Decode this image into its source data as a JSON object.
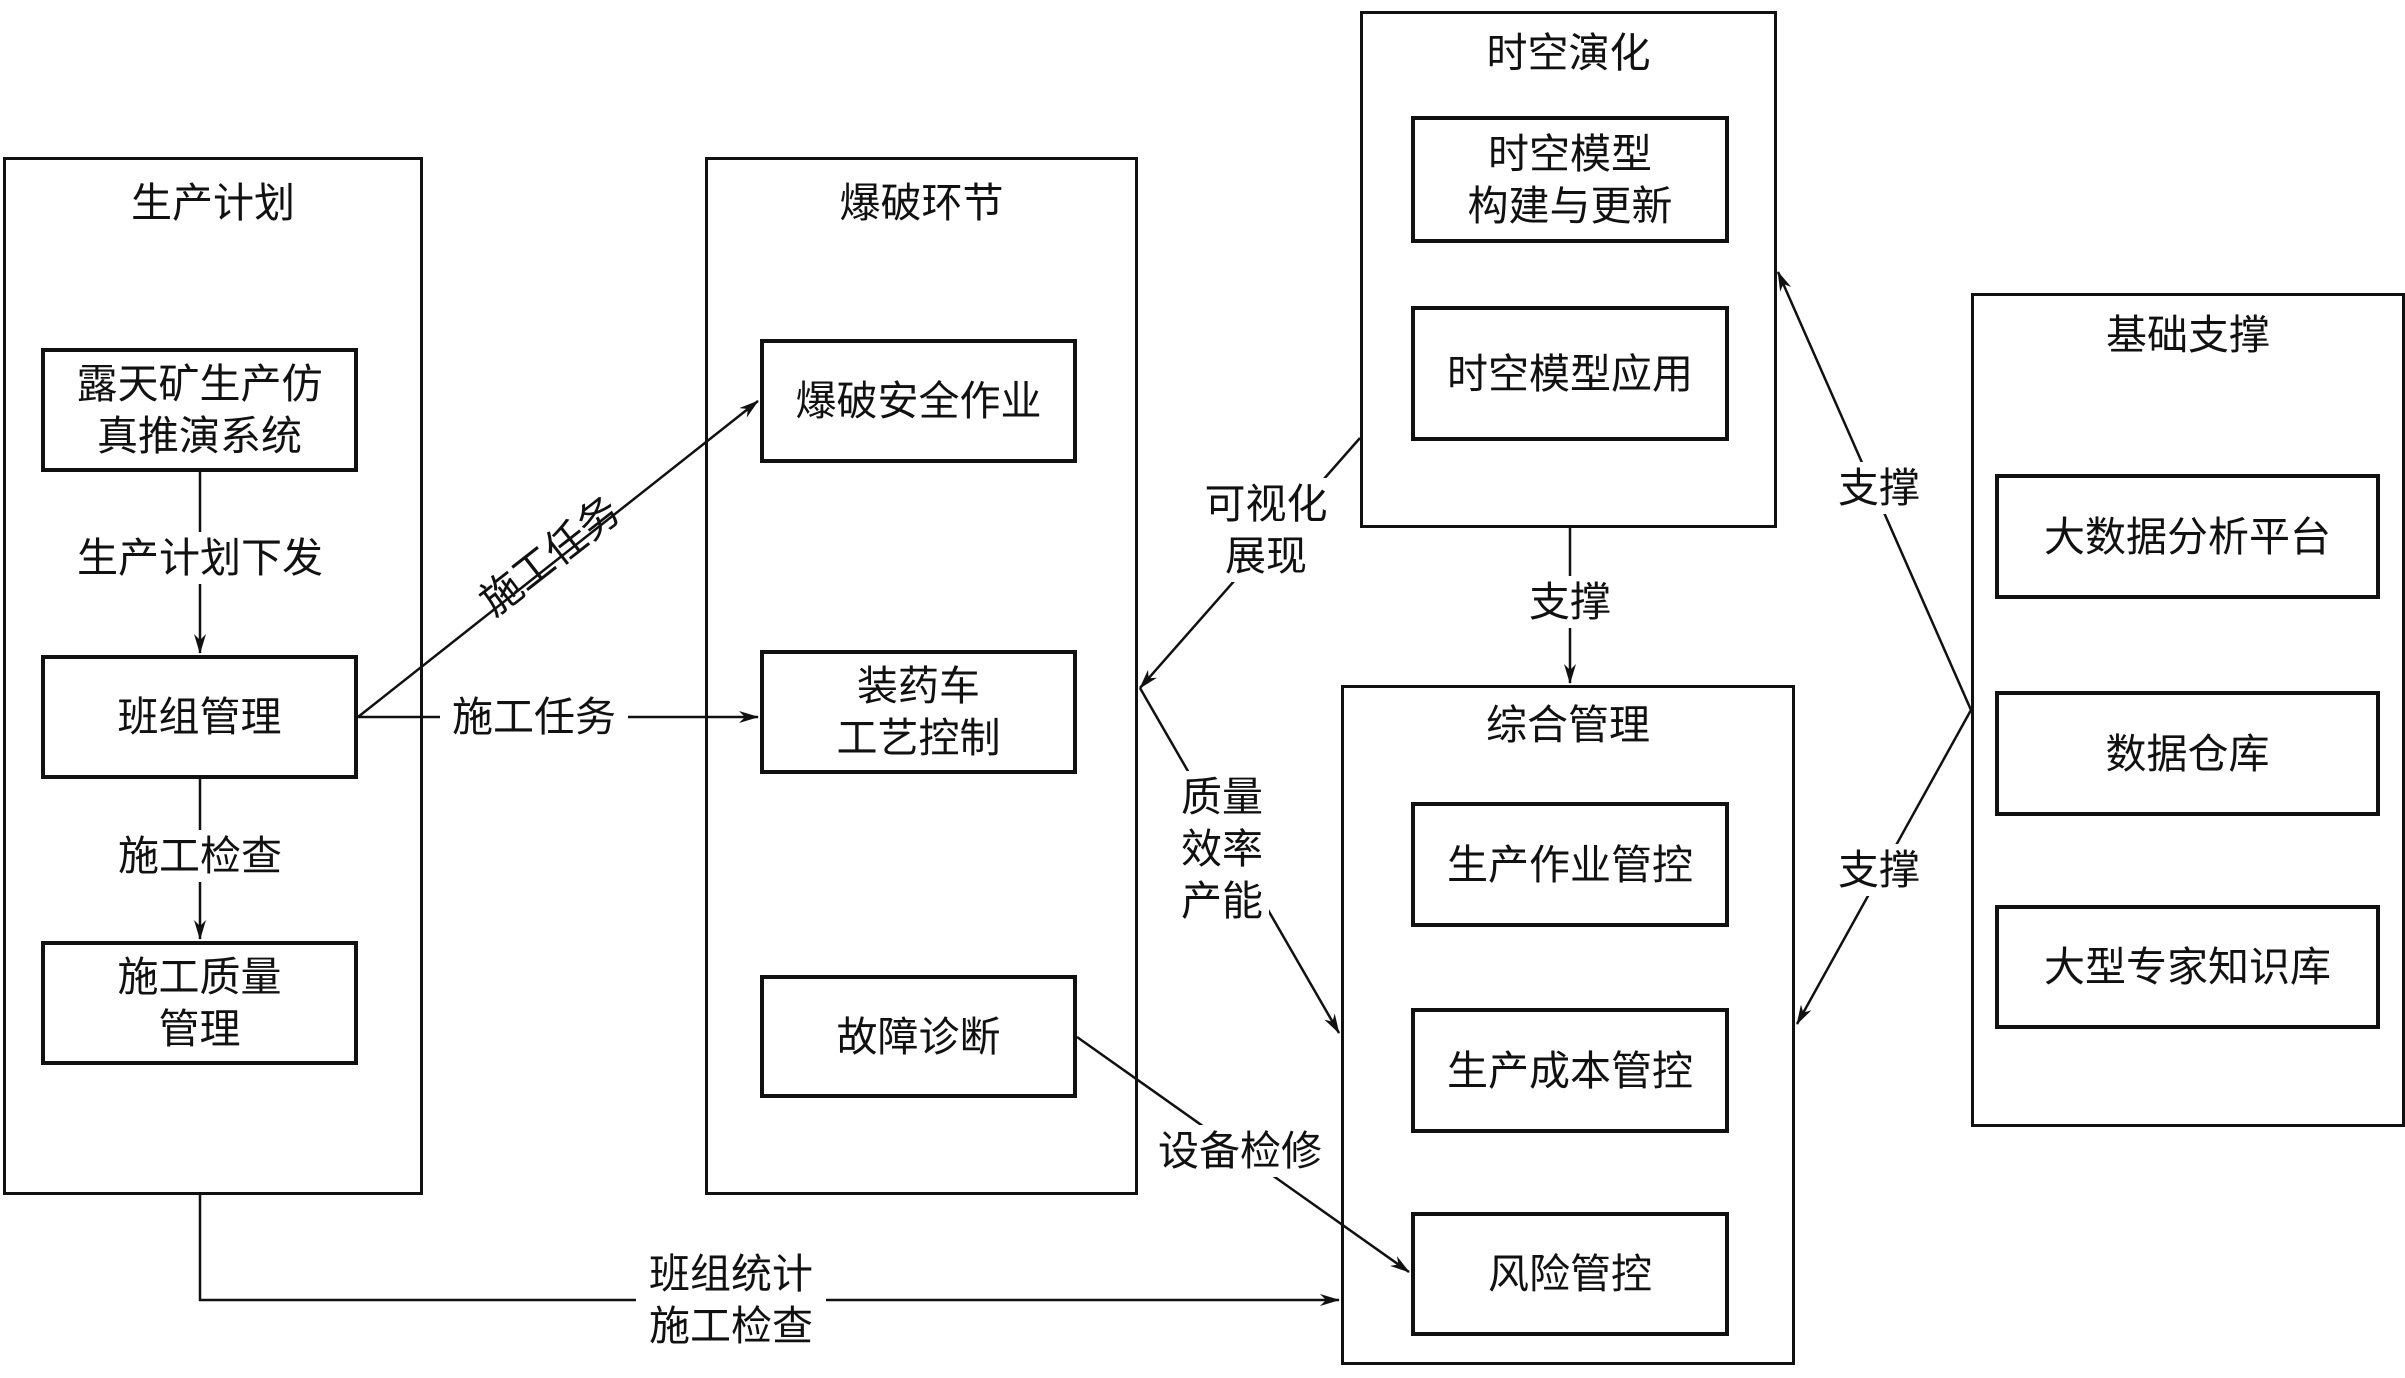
{
  "groups": {
    "production_plan": {
      "title": "生产计划",
      "items": [
        "露天矿生产仿\n真推演系统",
        "班组管理",
        "施工质量\n管理"
      ]
    },
    "blasting": {
      "title": "爆破环节",
      "items": [
        "爆破安全作业",
        "装药车\n工艺控制",
        "故障诊断"
      ]
    },
    "spatiotemporal": {
      "title": "时空演化",
      "items": [
        "时空模型\n构建与更新",
        "时空模型应用"
      ]
    },
    "integrated_mgmt": {
      "title": "综合管理",
      "items": [
        "生产作业管控",
        "生产成本管控",
        "风险管控"
      ]
    },
    "foundation": {
      "title": "基础支撑",
      "items": [
        "大数据分析平台",
        "数据仓库",
        "大型专家知识库"
      ]
    }
  },
  "edges": {
    "plan_issue": "生产计划下发",
    "construction_check": "施工检查",
    "task_diagonal": "施工任务",
    "task_horizontal": "施工任务",
    "visualization": "可视化\n展现",
    "quality": "质量\n效率\n产能",
    "support_down": "支撑",
    "support_up": "支撑",
    "support_lower": "支撑",
    "equipment_repair": "设备检修",
    "team_stats": "班组统计\n施工检查"
  }
}
